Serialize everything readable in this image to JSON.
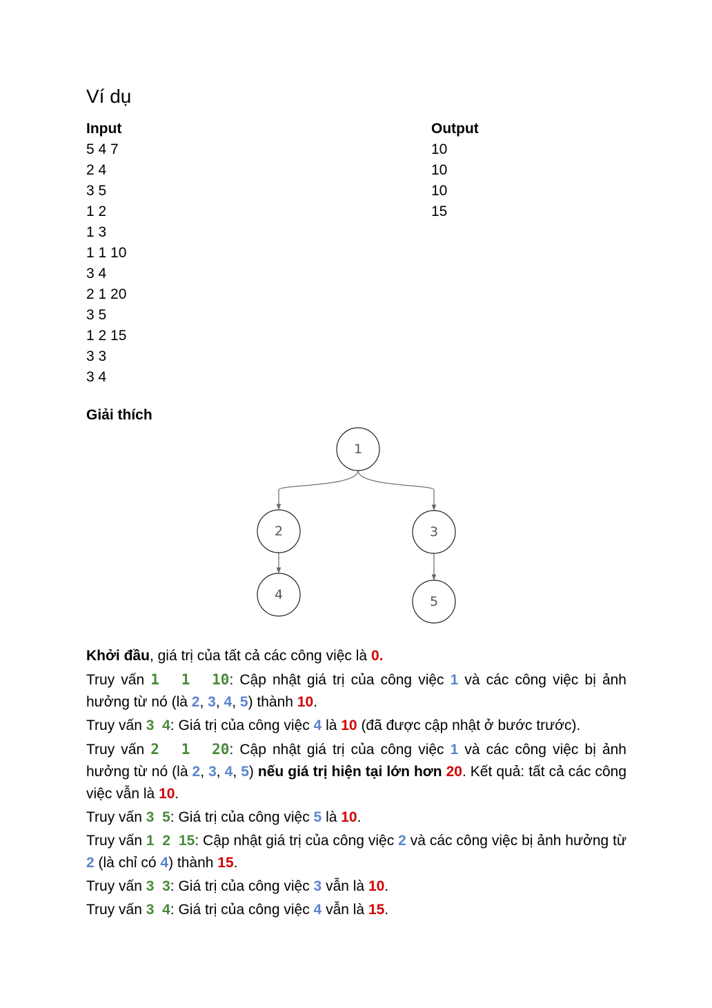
{
  "heading": "Ví dụ",
  "input": {
    "label": "Input",
    "lines": [
      "5 4 7",
      "2 4",
      "3 5",
      "1 2",
      "1 3",
      "1 1 10",
      "3 4",
      "2 1 20",
      "3 5",
      "1 2 15",
      "3 3",
      "3 4"
    ]
  },
  "output": {
    "label": "Output",
    "lines": [
      "10",
      "10",
      "10",
      "15"
    ]
  },
  "explain_title": "Giải thích",
  "tree": {
    "nodes": [
      "1",
      "2",
      "3",
      "4",
      "5"
    ],
    "edges": [
      [
        "1",
        "2"
      ],
      [
        "1",
        "3"
      ],
      [
        "2",
        "4"
      ],
      [
        "3",
        "5"
      ]
    ]
  },
  "colors": {
    "query": "#4a8a3a",
    "job": "#5b84cc",
    "value": "#d40000"
  },
  "explanation": {
    "p1": {
      "t0": "Khởi đầu",
      "t1": ", giá trị của tất cả các công việc là ",
      "v0": "0."
    },
    "p2": {
      "t0": "Truy vấn ",
      "q": "1  1  10",
      "t1": ": Cập nhật giá trị của công việc ",
      "j1": "1",
      "t2": " và các công việc bị ảnh hưởng từ nó (là ",
      "j2": "2",
      "c1": ", ",
      "j3": "3",
      "c2": ", ",
      "j4": "4",
      "c3": ", ",
      "j5": "5",
      "t3": ") thành ",
      "v": "10",
      "t4": "."
    },
    "p3": {
      "t0": "Truy vấn ",
      "q": "3  4",
      "t1": ": Giá trị của công việc ",
      "j": "4",
      "t2": " là ",
      "v": "10",
      "t3": " (đã được cập nhật ở bước trước)."
    },
    "p4": {
      "t0": "Truy vấn ",
      "q": "2  1  20",
      "t1": ": Cập nhật giá trị của công việc ",
      "j1": "1",
      "t2": " và các công việc bị ảnh hưởng từ nó (là ",
      "j2": "2",
      "c1": ", ",
      "j3": "3",
      "c2": ", ",
      "j4": "4",
      "c3": ", ",
      "j5": "5",
      "t3": ") ",
      "bold": "nếu giá trị hiện tại lớn hơn",
      "t4": " ",
      "v1": "20",
      "t5": ". Kết quả: tất cả các công việc vẫn là ",
      "v2": "10",
      "t6": "."
    },
    "p5": {
      "t0": "Truy vấn ",
      "q": "3  5",
      "t1": ": Giá trị của công việc ",
      "j": "5",
      "t2": " là ",
      "v": "10",
      "t3": "."
    },
    "p6": {
      "t0": "Truy vấn ",
      "q": "1  2  15",
      "t1": ": Cập nhật giá trị của công việc ",
      "j1": "2",
      "t2": " và các công việc bị ảnh hưởng từ ",
      "j2": "2",
      "t3": " (là chỉ có ",
      "j3": "4",
      "t4": ") thành ",
      "v": "15",
      "t5": "."
    },
    "p7": {
      "t0": "Truy vấn ",
      "q": "3  3",
      "t1": ": Giá trị của công việc ",
      "j": "3",
      "t2": " vẫn là ",
      "v": "10",
      "t3": "."
    },
    "p8": {
      "t0": "Truy vấn ",
      "q": "3  4",
      "t1": ": Giá trị của công việc ",
      "j": "4",
      "t2": " vẫn là ",
      "v": "15",
      "t3": "."
    }
  }
}
